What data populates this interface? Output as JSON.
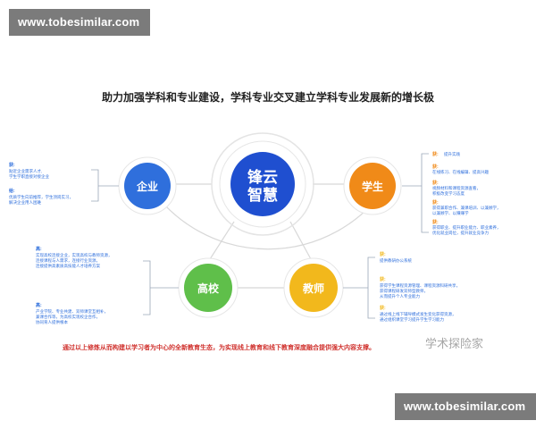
{
  "watermarks": {
    "top": "www.tobesimilar.com",
    "bottom": "www.tobesimilar.com"
  },
  "title": "助力加强学科和专业建设，学科专业交叉建立学科专业发展新的增长极",
  "center": {
    "line1": "锋云",
    "line2": "智慧"
  },
  "nodes": {
    "enterprise": "企业",
    "student": "学生",
    "university": "高校",
    "teacher": "教师"
  },
  "colors": {
    "enterprise": "#2f6fdc",
    "student": "#f08a18",
    "university": "#5fbf4a",
    "teacher": "#f2b81c",
    "center": "#1f4fd0",
    "side_text": "#2f6fdc",
    "footer": "#d0322e"
  },
  "left_notes": {
    "enterprise": {
      "label1": "获:",
      "lines1": [
        "贴近企业需求人才,",
        "学生学职直接对接企业"
      ],
      "label2": "给:",
      "lines2": [
        "优质学生向前推荐，学生顶岗实习，",
        "解决企业用人困难"
      ]
    },
    "university": {
      "label1": "高:",
      "lines1": [
        "实现高校连接企业，实现高校与教师资源，",
        "连接课程与人需求，连接行业资源，",
        "连接提供高素质高技能人才培养方案"
      ],
      "label2": "高:",
      "lines2": [
        "产业学院、专业共建、双师课堂互相补，",
        "兼课合作等，为高校实现校企合作，",
        "协同育人提供根本"
      ]
    }
  },
  "right_notes": {
    "student": [
      {
        "label": "获:",
        "lines": [
          "提升实践"
        ]
      },
      {
        "label": "获:",
        "lines": [
          "在线练习、在线编辑、提高兴趣"
        ]
      },
      {
        "label": "获:",
        "lines": [
          "视频材料和课程资源查看，",
          "积极改变学习态度"
        ]
      },
      {
        "label": "获:",
        "lines": [
          "获得兼职合作、兼课培训、以兼顾学，",
          "以兼顾学、以赚赚学"
        ]
      },
      {
        "label": "获:",
        "lines": [
          "获得职业、提升职业能力、职业素养，",
          "优化就业岗位，提升就业竞争力"
        ]
      }
    ],
    "teacher": [
      {
        "label": "获:",
        "lines": [
          "提供教研办公系统"
        ]
      },
      {
        "label": "获:",
        "lines": [
          "获得学生课程资源管理、课程资源科研共享，",
          "获得课程研发双师型教师，",
          "从而提升个人专业能力"
        ]
      },
      {
        "label": "获:",
        "lines": [
          "通过线上线下辅导模式发生变化获得资源，",
          "通过组织课堂学习提升学生学习能力"
        ]
      }
    ]
  },
  "footer": "通过以上修炼从而构建以学习者为中心的全新教育生态，为实现线上教育和线下教育深度融合提供强大内容支撑。",
  "attribution": "学术探险家"
}
